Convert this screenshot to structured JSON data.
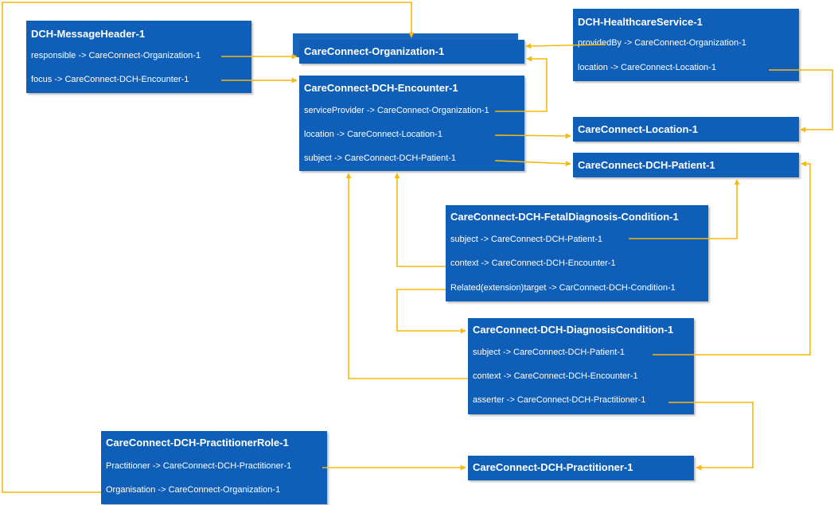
{
  "colors": {
    "box": "#0f5fb8",
    "connector": "#f5b90f",
    "text": "#ffffff"
  },
  "boxes": {
    "message_header": {
      "title": "DCH-MessageHeader-1",
      "rows": [
        "responsible -> CareConnect-Organization-1",
        "focus -> CareConnect-DCH-Encounter-1"
      ]
    },
    "organization": {
      "title": "CareConnect-Organization-1"
    },
    "healthcare_service": {
      "title": "DCH-HealthcareService-1",
      "rows": [
        "providedBy -> CareConnect-Organization-1",
        "location -> CareConnect-Location-1"
      ]
    },
    "encounter": {
      "title": "CareConnect-DCH-Encounter-1",
      "rows": [
        "serviceProvider -> CareConnect-Organization-1",
        "location -> CareConnect-Location-1",
        "subject -> CareConnect-DCH-Patient-1"
      ]
    },
    "location": {
      "title": "CareConnect-Location-1"
    },
    "patient": {
      "title": "CareConnect-DCH-Patient-1"
    },
    "fetal_diagnosis": {
      "title": "CareConnect-DCH-FetalDiagnosis-Condition-1",
      "rows": [
        "subject -> CareConnect-DCH-Patient-1",
        "context -> CareConnect-DCH-Encounter-1",
        "Related(extension)target -> CarConnect-DCH-Condition-1"
      ]
    },
    "diagnosis": {
      "title": "CareConnect-DCH-DiagnosisCondition-1",
      "rows": [
        "subject -> CareConnect-DCH-Patient-1",
        "context -> CareConnect-DCH-Encounter-1",
        "asserter -> CareConnect-DCH-Practitioner-1"
      ]
    },
    "practitioner_role": {
      "title": "CareConnect-DCH-PractitionerRole-1",
      "rows": [
        "Practitioner -> CareConnect-DCH-Practitioner-1",
        "Organisation -> CareConnect-Organization-1"
      ]
    },
    "practitioner": {
      "title": "CareConnect-DCH-Practitioner-1"
    }
  }
}
